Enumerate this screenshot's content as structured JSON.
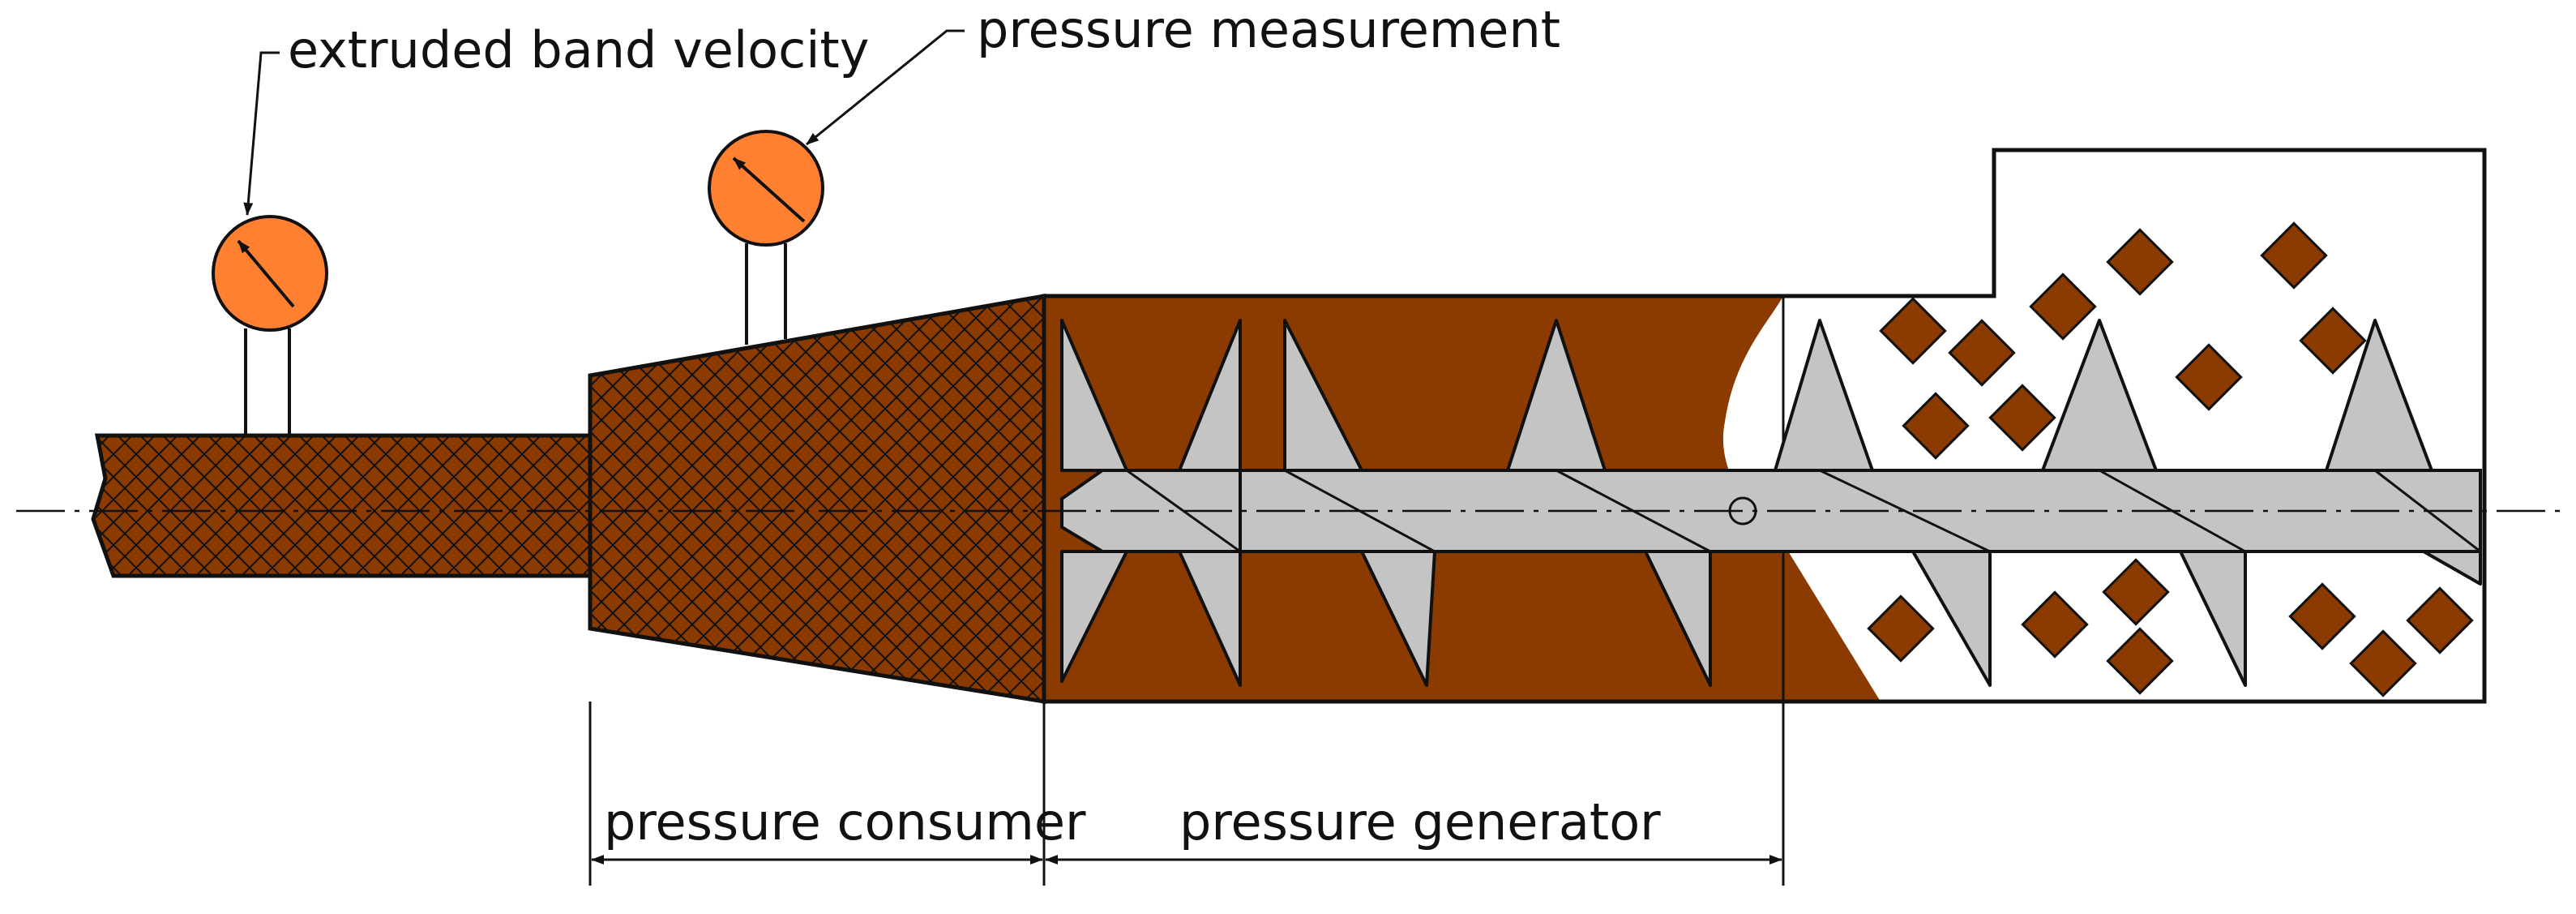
{
  "labels": {
    "extruded_band_velocity": "extruded band velocity",
    "pressure_measurement": "pressure measurement",
    "pressure_consumer": "pressure consumer",
    "pressure_generator": "pressure generator"
  },
  "colors": {
    "material_brown": "#8B3A00",
    "gauge_orange": "#FF8030",
    "screw_gray": "#C4C4C4",
    "outline": "#111111"
  }
}
